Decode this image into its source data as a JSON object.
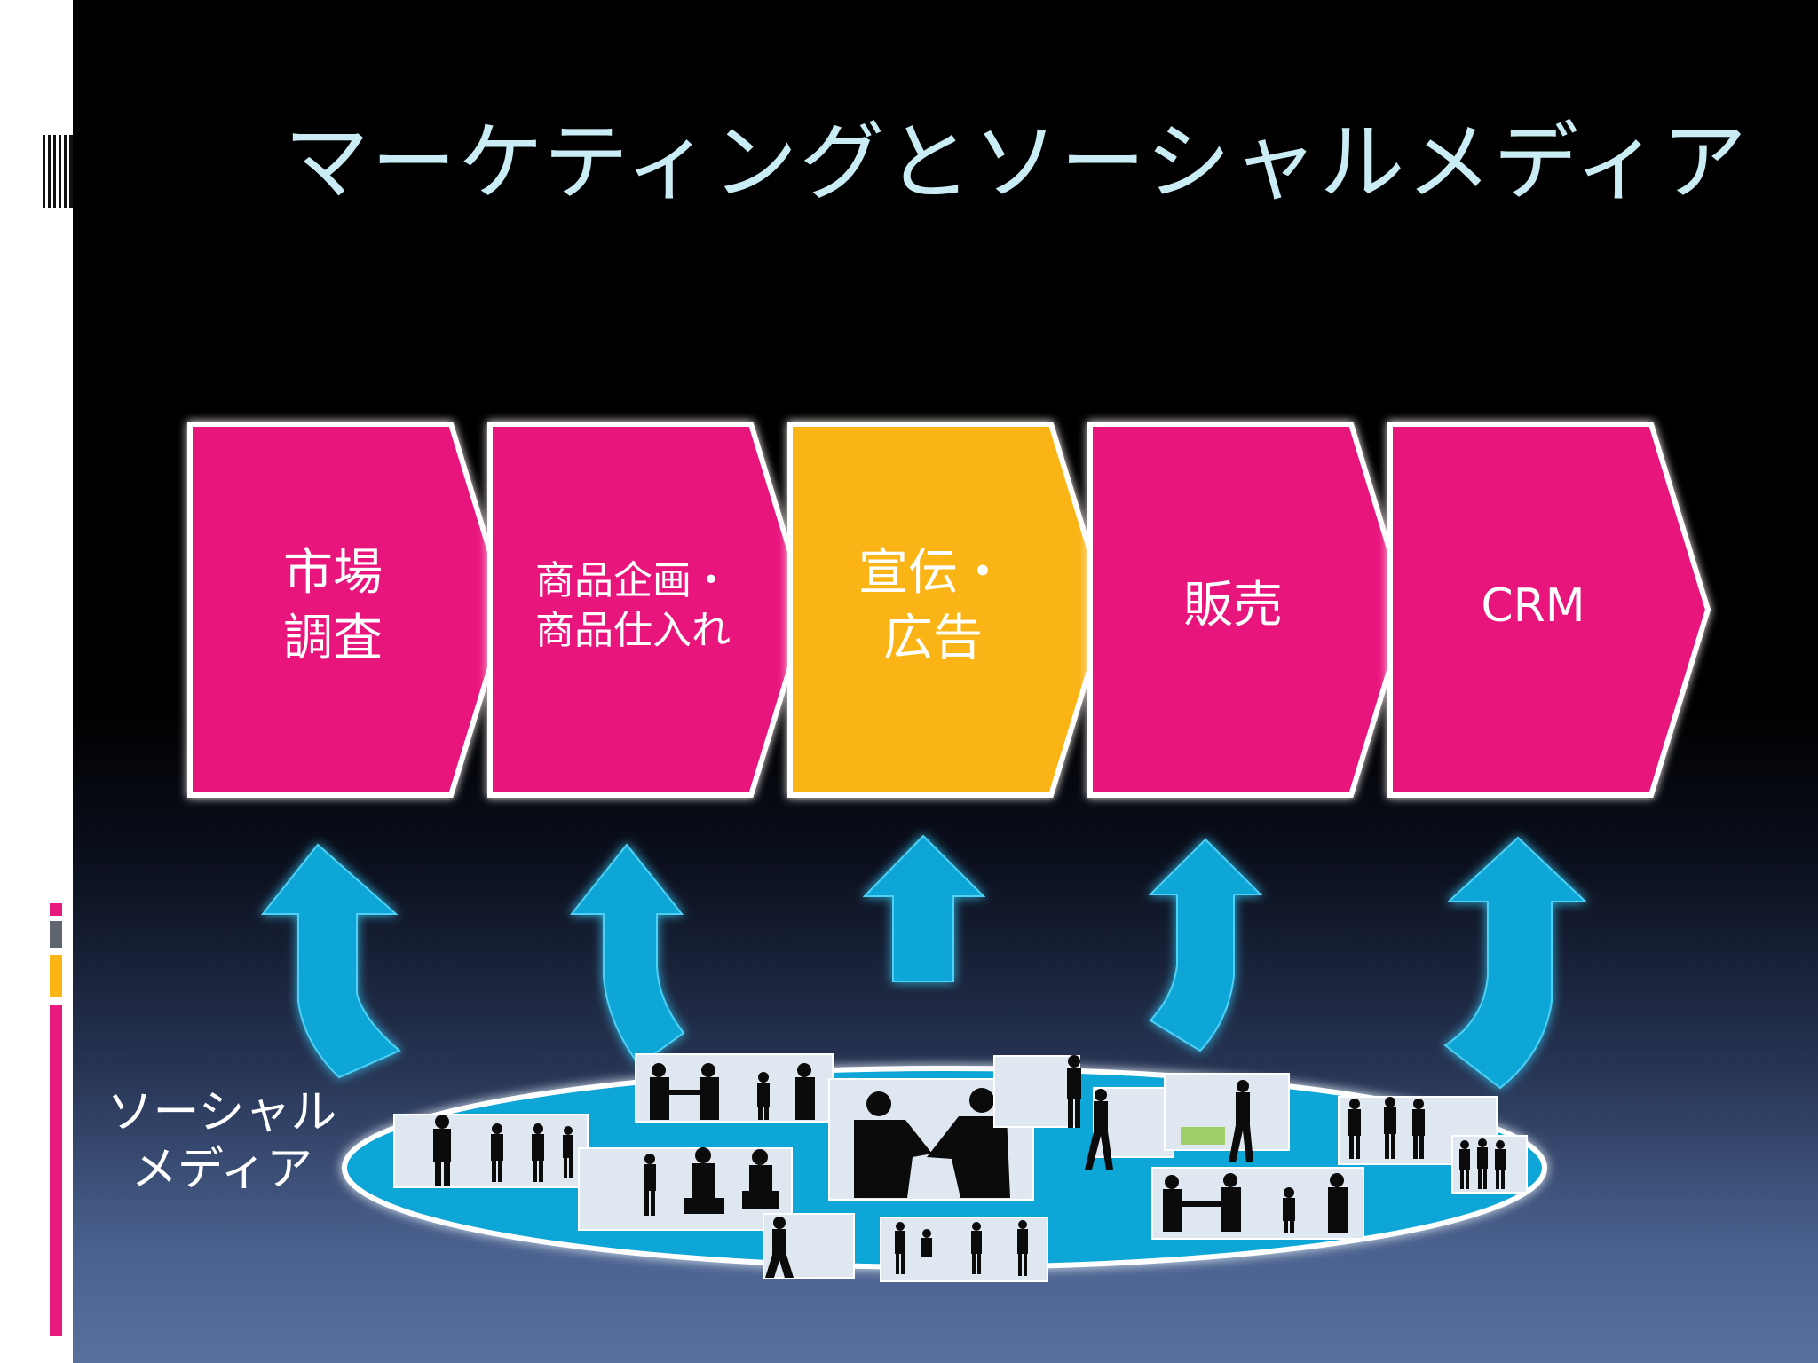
{
  "title": "マーケティングとソーシャルメディア",
  "steps": [
    {
      "label": "市場\n調査",
      "color": "#e8197c",
      "highlight": false
    },
    {
      "label": "商品企画・\n商品仕入れ",
      "color": "#e8197c",
      "highlight": false
    },
    {
      "label": "宣伝・\n広告",
      "color": "#fbb413",
      "highlight": true
    },
    {
      "label": "販売",
      "color": "#e8197c",
      "highlight": false
    },
    {
      "label": "CRM",
      "color": "#e8197c",
      "highlight": false
    }
  ],
  "social_media_label": "ソーシャル\nメディア",
  "colors": {
    "step_default": "#e8197c",
    "step_highlight": "#fbb413",
    "arrow": "#0aa6d6",
    "ellipse": "#0aa6d6",
    "title": "#c9ecf5"
  },
  "icons": [
    "up-arrow-icon",
    "people-silhouette-icon",
    "handshake-icon"
  ]
}
